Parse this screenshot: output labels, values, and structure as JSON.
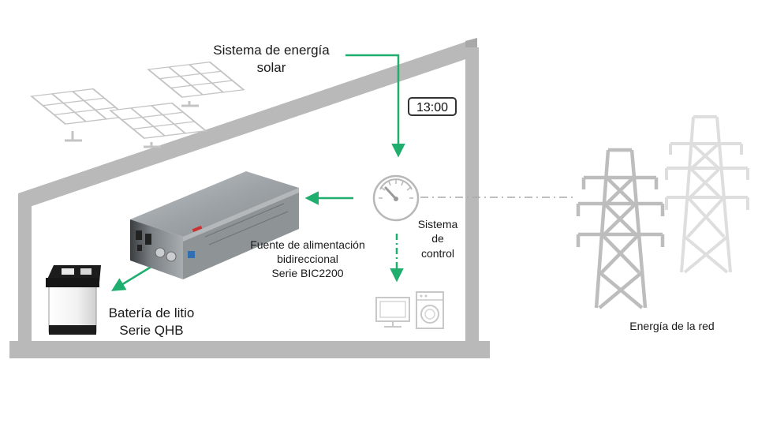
{
  "labels": {
    "solar": [
      "Sistema de energía",
      "solar"
    ],
    "clock": "13:00",
    "control": [
      "Sistema",
      "de",
      "control"
    ],
    "psu": [
      "Fuente de alimentación",
      "bidireccional",
      "Serie BIC2200"
    ],
    "battery": [
      "Batería de litio",
      "Serie QHB"
    ],
    "grid": "Energía de la red"
  },
  "colors": {
    "accent_arrow": "#1fae6e",
    "house": "#b9b9b9",
    "panel": "#c4c4c4",
    "tower_front": "#bdbdbd",
    "tower_back": "#dedede"
  },
  "icons": [
    "solar-panel-icon",
    "clock-icon",
    "gauge-icon",
    "power-supply-icon",
    "battery-icon",
    "tv-icon",
    "washing-machine-icon",
    "power-tower-icon"
  ]
}
